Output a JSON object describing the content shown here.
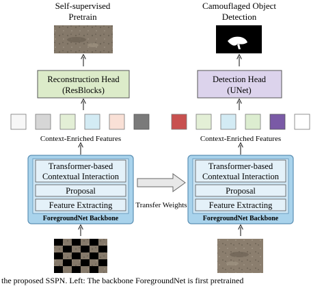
{
  "left": {
    "title_line1": "Self-supervised",
    "title_line2": "Pretrain",
    "head_line1": "Reconstruction Head",
    "head_line2": "(ResBlocks)",
    "features_label": "Context-Enriched Features",
    "backbone_label": "ForegroundNet Backbone"
  },
  "right": {
    "title_line1": "Camouflaged Object",
    "title_line2": "Detection",
    "head_line1": "Detection Head",
    "head_line2": "(UNet)",
    "features_label": "Context-Enriched Features",
    "backbone_label": "ForegroundNet Backbone"
  },
  "modules": {
    "transformer_line1": "Transformer-based",
    "transformer_line2": "Contextual Interaction",
    "proposal": "Proposal",
    "feature_extracting": "Feature Extracting"
  },
  "transfer_label": "Transfer Weights",
  "caption": "the proposed SSPN. Left: The backbone ForegroundNet is first pretrained",
  "colors": {
    "reconstruction_head": "#dcebc9",
    "detection_head": "#dcd3ec",
    "backbone_outer": "#a9d3ec",
    "backbone_inner": "#cfe6f4",
    "left_feature_tokens": [
      "#f7f7f7",
      "#d6d6d6",
      "#e3efd6",
      "#d3ebf4",
      "#f9e0d6",
      "#7a7a7a"
    ],
    "right_feature_tokens": [
      "#c8504f",
      "#e3efd6",
      "#d3ebf4",
      "#dcedd0",
      "#7a5aa6",
      "#ffffff"
    ]
  }
}
